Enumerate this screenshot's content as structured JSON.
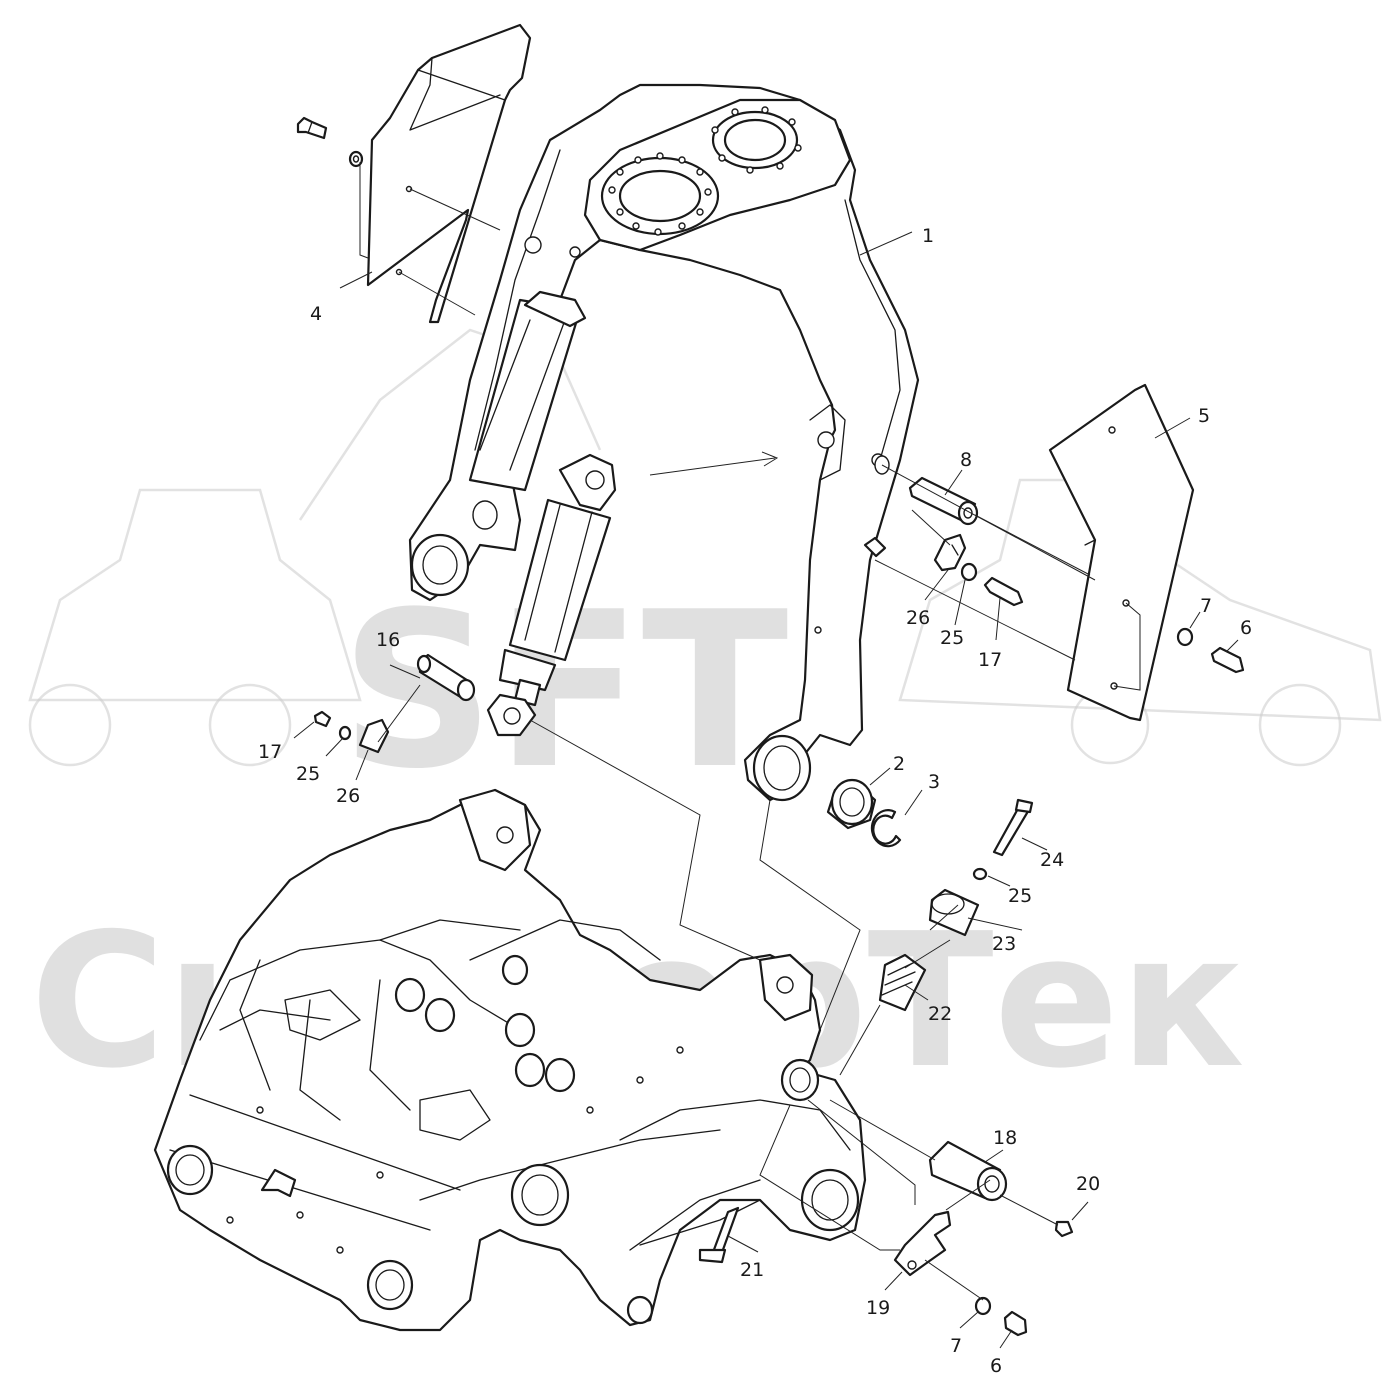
{
  "watermark": {
    "logo": "SFT",
    "name": "СибФорТек",
    "color": "#c8c8c8"
  },
  "labels": [
    {
      "id": "1",
      "text": "1"
    },
    {
      "id": "2",
      "text": "2"
    },
    {
      "id": "3",
      "text": "3"
    },
    {
      "id": "4",
      "text": "4"
    },
    {
      "id": "5",
      "text": "5"
    },
    {
      "id": "6a",
      "text": "6"
    },
    {
      "id": "6b",
      "text": "6"
    },
    {
      "id": "7a",
      "text": "7"
    },
    {
      "id": "7b",
      "text": "7"
    },
    {
      "id": "8",
      "text": "8"
    },
    {
      "id": "16",
      "text": "16"
    },
    {
      "id": "17a",
      "text": "17"
    },
    {
      "id": "17b",
      "text": "17"
    },
    {
      "id": "18",
      "text": "18"
    },
    {
      "id": "19",
      "text": "19"
    },
    {
      "id": "20",
      "text": "20"
    },
    {
      "id": "21",
      "text": "21"
    },
    {
      "id": "22",
      "text": "22"
    },
    {
      "id": "23",
      "text": "23"
    },
    {
      "id": "24",
      "text": "24"
    },
    {
      "id": "25a",
      "text": "25"
    },
    {
      "id": "25b",
      "text": "25"
    },
    {
      "id": "25c",
      "text": "25"
    },
    {
      "id": "26a",
      "text": "26"
    },
    {
      "id": "26b",
      "text": "26"
    }
  ],
  "colors": {
    "line": "#1a1a1a",
    "background": "#ffffff"
  }
}
